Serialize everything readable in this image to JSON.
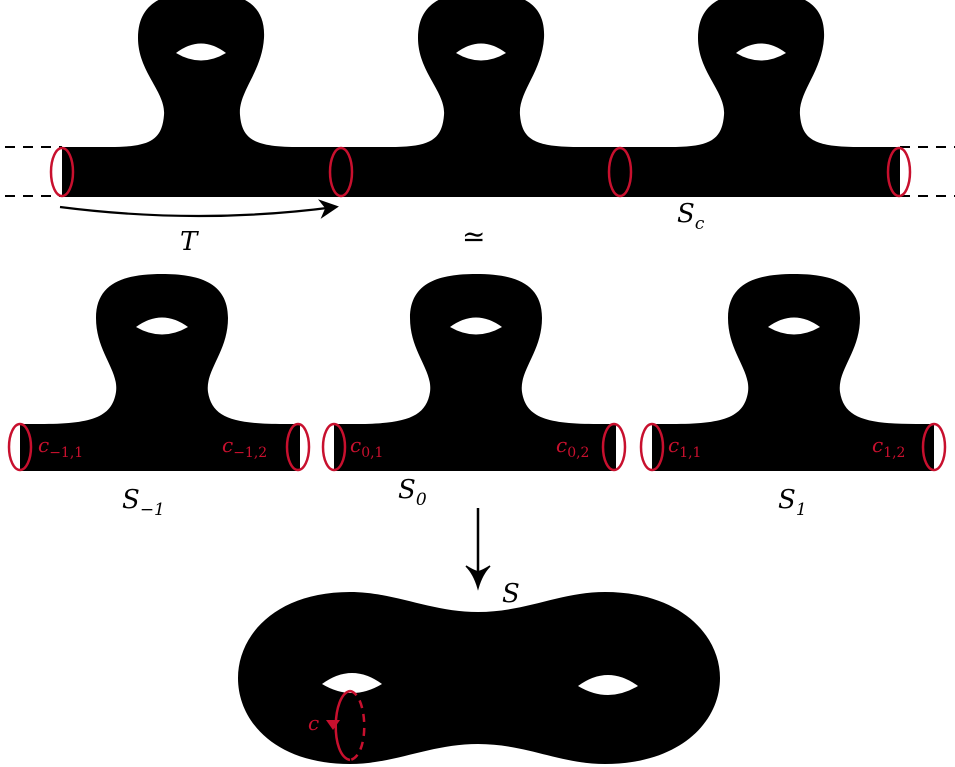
{
  "labels": {
    "T": "T",
    "simeq": "≃",
    "Sc_base": "S",
    "Sc_sub": "c",
    "Sm1_base": "S",
    "Sm1_sub": "−1",
    "S0_base": "S",
    "S0_sub": "0",
    "S1_base": "S",
    "S1_sub": "1",
    "S_big": "S",
    "c_curve": "c"
  },
  "curve_labels": {
    "cm11_base": "c",
    "cm11_sub": "−1,1",
    "cm12_base": "c",
    "cm12_sub": "−1,2",
    "c01_base": "c",
    "c01_sub": "0,1",
    "c02_base": "c",
    "c02_sub": "0,2",
    "c11_base": "c",
    "c11_sub": "1,1",
    "c12_base": "c",
    "c12_sub": "1,2"
  },
  "colors": {
    "surface": "#000000",
    "curve": "#c8102e",
    "background": "#ffffff"
  },
  "icons": {
    "map_arrow": "down-arrow-icon",
    "shift_arrow": "curved-arrow-icon"
  }
}
